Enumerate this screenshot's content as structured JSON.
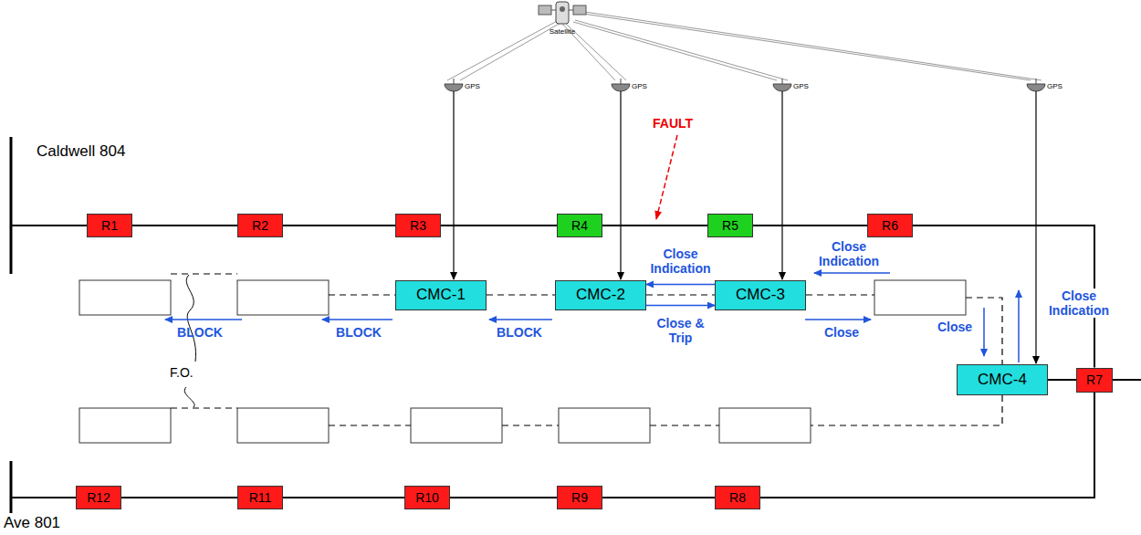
{
  "diagram": {
    "nodes": [
      {
        "text": [
          "R1"
        ]
      },
      {
        "text": [
          "R2"
        ]
      },
      {
        "text": [
          "R3"
        ]
      },
      {
        "text": [
          "R4"
        ]
      },
      {
        "text": [
          "R5"
        ]
      },
      {
        "text": [
          "R6"
        ]
      },
      {
        "text": [
          "CMC-1"
        ]
      },
      {
        "text": [
          "CMC-2"
        ]
      },
      {
        "text": [
          "CMC-3"
        ]
      },
      {
        "text": [
          "CMC-4"
        ]
      },
      {
        "text": [
          "R7"
        ]
      },
      {
        "text": [
          "R12"
        ]
      },
      {
        "text": [
          "R11"
        ]
      },
      {
        "text": [
          "R10"
        ]
      },
      {
        "text": [
          "R9"
        ]
      },
      {
        "text": [
          "R8"
        ]
      }
    ],
    "edges": [
      {
        "from": 0,
        "to": 1,
        "arrow": "none"
      },
      {
        "from": 1,
        "to": 2,
        "arrow": "none"
      },
      {
        "from": 2,
        "to": 3,
        "arrow": "none"
      },
      {
        "from": 3,
        "to": 4,
        "arrow": "none"
      },
      {
        "from": 4,
        "to": 5,
        "arrow": "none"
      },
      {
        "from": 5,
        "to": 10,
        "arrow": "none"
      },
      {
        "from": 10,
        "to": 15,
        "arrow": "none"
      },
      {
        "from": 15,
        "to": 14,
        "arrow": "none"
      },
      {
        "from": 14,
        "to": 13,
        "arrow": "none"
      },
      {
        "from": 13,
        "to": 12,
        "arrow": "none"
      },
      {
        "from": 12,
        "to": 11,
        "arrow": "none"
      },
      {
        "from": 6,
        "to": 7,
        "arrow": "none"
      },
      {
        "from": 7,
        "to": 8,
        "arrow": "none"
      },
      {
        "from": 8,
        "to": 7,
        "label": "Close Indication",
        "arrow": "to"
      },
      {
        "from": 7,
        "to": 8,
        "label": "Close & Trip",
        "arrow": "to"
      },
      {
        "from": 9,
        "to": 10,
        "arrow": "none"
      }
    ],
    "labels": [
      "Satellite",
      "GPS",
      "GPS",
      "GPS",
      "GPS",
      "Caldwell 804",
      "FAULT",
      "Close Indication",
      "BLOCK",
      "BLOCK",
      "BLOCK",
      "Close",
      "Close",
      "Close Indication",
      "F.O.",
      "Ave 801"
    ]
  }
}
